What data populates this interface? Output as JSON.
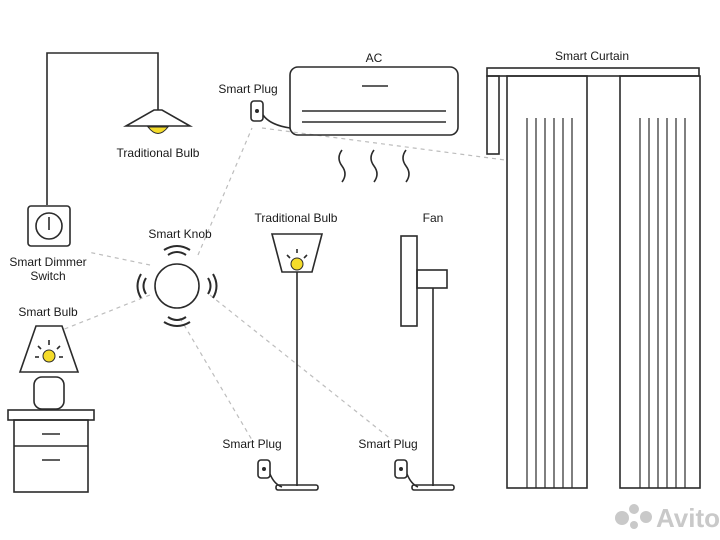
{
  "labels": {
    "traditional_bulb_top": "Traditional Bulb",
    "smart_dimmer_switch_line1": "Smart Dimmer",
    "smart_dimmer_switch_line2": "Switch",
    "smart_bulb": "Smart Bulb",
    "smart_knob": "Smart Knob",
    "ac": "AC",
    "smart_plug_ac": "Smart Plug",
    "traditional_bulb_floor": "Traditional Bulb",
    "fan": "Fan",
    "smart_curtain": "Smart Curtain",
    "smart_plug_floor_lamp": "Smart Plug",
    "smart_plug_fan": "Smart Plug"
  },
  "watermark": "Avito",
  "colors": {
    "line": "#2b2b2b",
    "dashed_link": "#bdbdbd",
    "bulb_glow": "#f5dc2a",
    "background": "#ffffff"
  }
}
